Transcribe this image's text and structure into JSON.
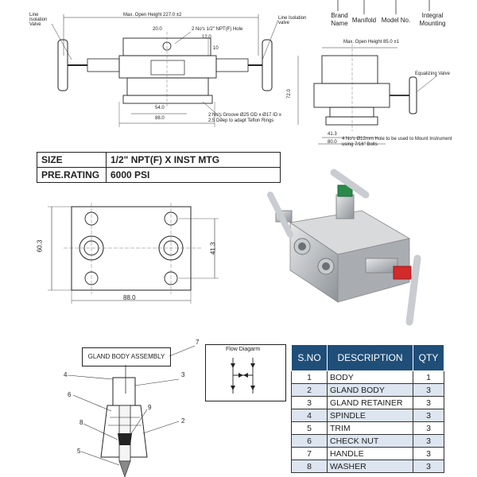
{
  "top_legend": [
    "Brand Name",
    "Manifold",
    "Model No.",
    "Integral Mounting"
  ],
  "front_view": {
    "labels": {
      "isolation_left": "Line Isolation Valve",
      "max_open_height": "Max. Open Height 227.0 ±2",
      "npt_hole": "2 No's 1/2\" NPT(F) Hole",
      "isolation_right": "Line Isolation valve",
      "groove": "2 No's Groove Ø25 OD x Ø17 ID x 2.5 Deep to adapt Teflon Rings"
    },
    "dims": {
      "d20": "20.0",
      "d12": "12.0",
      "d10": "10",
      "d54": "54.0",
      "d88": "88.0"
    }
  },
  "side_view": {
    "labels": {
      "max_open_height": "Max. Open Height 85.0 ±1",
      "equalizing": "Equalizing Valve",
      "mount_holes": "4 No's Ø12mm Hole to be used to Mount Instrument using 7/16\" Bolts"
    },
    "dims": {
      "d72": "72.0",
      "d41": "41.3",
      "d80": "80.0"
    }
  },
  "spec": [
    {
      "key": "SIZE",
      "value": "1/2\"  NPT(F) X INST MTG"
    },
    {
      "key": "PRE.RATING",
      "value": "6000 PSI"
    }
  ],
  "plate": {
    "d60": "60.3",
    "d41": "41.3",
    "d88": "88.0"
  },
  "gland": {
    "title": "GLAND BODY ASSEMBLY",
    "callouts": [
      "7",
      "4",
      "3",
      "6",
      "9",
      "8",
      "2",
      "5"
    ]
  },
  "flow": {
    "title": "Flow Diagarm"
  },
  "parts": {
    "headers": [
      "S.NO",
      "DESCRIPTION",
      "QTY"
    ],
    "rows": [
      {
        "no": "1",
        "desc": "BODY",
        "qty": "1"
      },
      {
        "no": "2",
        "desc": "GLAND BODY",
        "qty": "3"
      },
      {
        "no": "3",
        "desc": "GLAND RETAINER",
        "qty": "3"
      },
      {
        "no": "4",
        "desc": "SPINDLE",
        "qty": "3"
      },
      {
        "no": "5",
        "desc": "TRIM",
        "qty": "3"
      },
      {
        "no": "6",
        "desc": "CHECK NUT",
        "qty": "3"
      },
      {
        "no": "7",
        "desc": "HANDLE",
        "qty": "3"
      },
      {
        "no": "8",
        "desc": "WASHER",
        "qty": "3"
      }
    ]
  },
  "colors": {
    "header_blue": "#1f4e79",
    "row_alt": "#dde5f0",
    "valve_green": "#2a8a4a",
    "valve_red": "#d42a2a"
  }
}
